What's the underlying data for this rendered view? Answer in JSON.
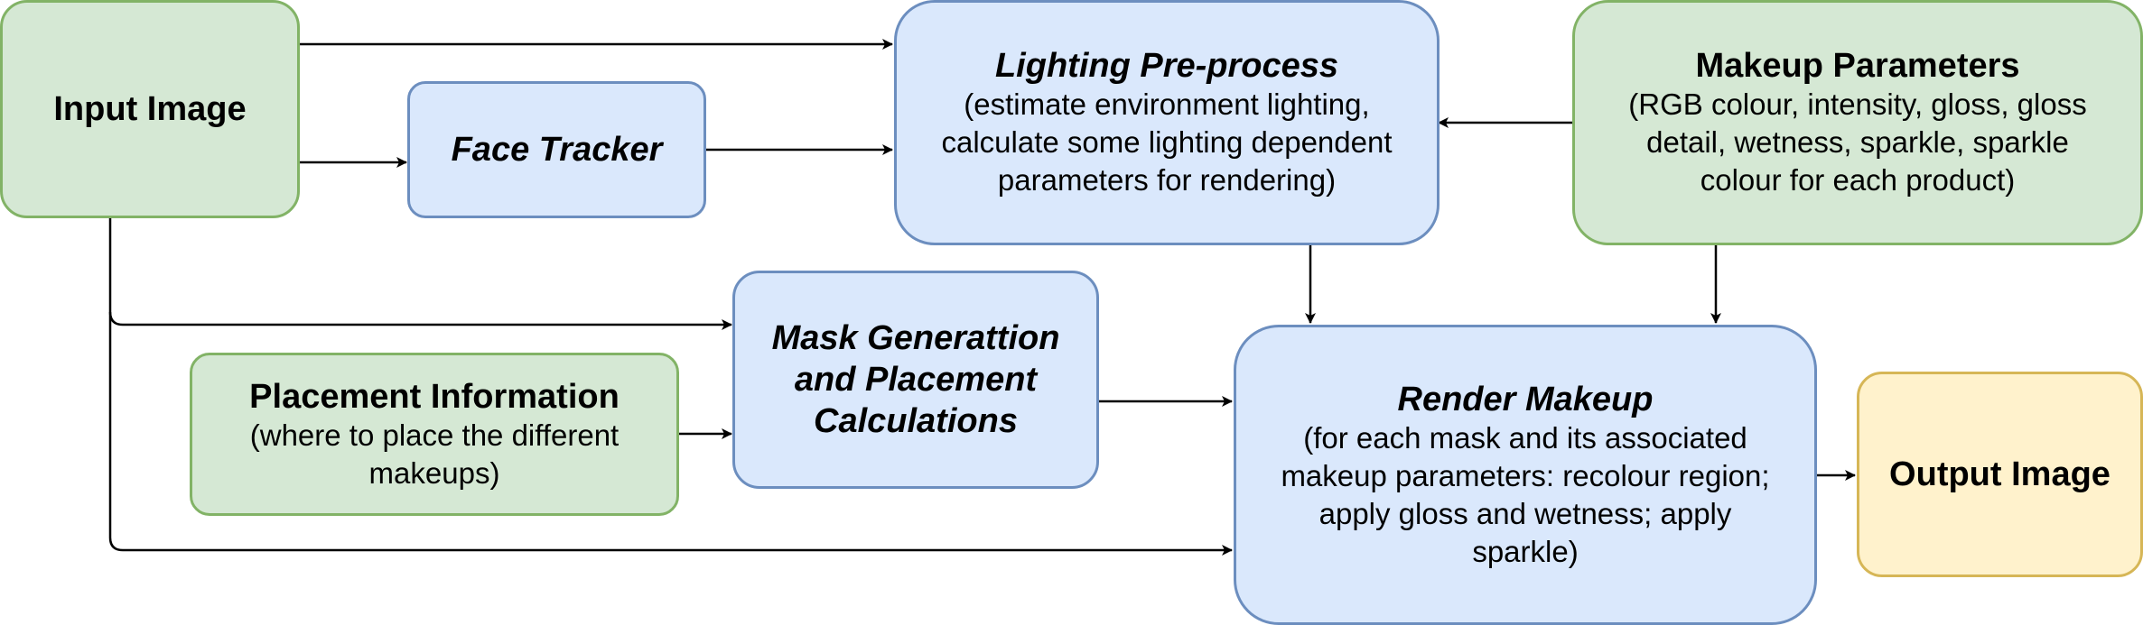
{
  "nodes": {
    "input_image": {
      "title": "Input Image"
    },
    "face_tracker": {
      "title": "Face Tracker"
    },
    "lighting": {
      "title": "Lighting Pre-process",
      "desc": "(estimate environment lighting, calculate some lighting dependent parameters for rendering)"
    },
    "makeup_params": {
      "title": "Makeup Parameters",
      "desc": "(RGB colour, intensity, gloss, gloss detail, wetness, sparkle, sparkle colour for each product)"
    },
    "mask_gen": {
      "title": "Mask Generattion and Placement Calculations"
    },
    "placement_info": {
      "title": "Placement Information",
      "desc": "(where to place the different makeups)"
    },
    "render": {
      "title": "Render Makeup",
      "desc": "(for each mask and its associated makeup parameters: recolour region; apply gloss and wetness; apply sparkle)"
    },
    "output_image": {
      "title": "Output Image"
    }
  },
  "colors": {
    "green_fill": "#d5e8d4",
    "green_stroke": "#82b366",
    "blue_fill": "#dae8fc",
    "blue_stroke": "#6c8ebf",
    "yellow_fill": "#fff2cc",
    "yellow_stroke": "#d6b656",
    "edge": "#000000"
  }
}
